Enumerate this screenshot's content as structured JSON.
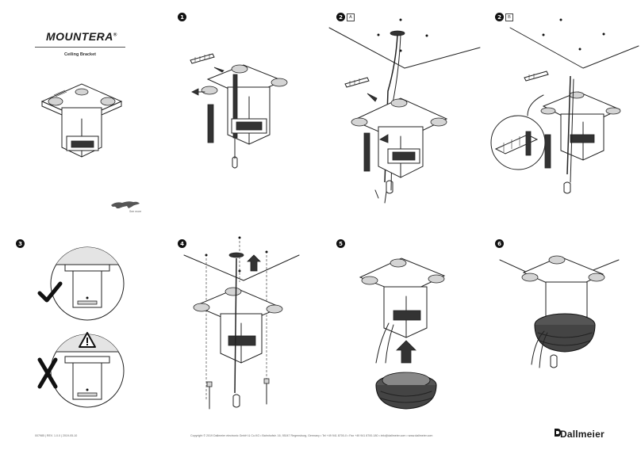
{
  "header": {
    "brand": "MOUNTERA",
    "brand_mark": "®",
    "subtitle": "Ceiling Bracket"
  },
  "steps": [
    {
      "number": "1"
    },
    {
      "number": "2",
      "sub": "A"
    },
    {
      "number": "2",
      "sub": "B"
    },
    {
      "number": "3"
    },
    {
      "number": "4"
    },
    {
      "number": "5"
    },
    {
      "number": "6"
    }
  ],
  "mascot_caption": "See more",
  "footer": {
    "doc_ref": "007985 | REV. 1.0.0 | 2019-05-10",
    "copyright": "Copyright © 2019 Dallmeier electronic GmbH & Co.KG • Bahnhofstr. 16, 93047 Regensburg, Germany • Tel +49 941 8700-0 • Fax +49 941 8700-180 • info@dallmeier.com • www.dallmeier.com"
  },
  "logo": {
    "text": "Dallmeier"
  },
  "icons": {
    "check": "checkmark-icon",
    "cross": "cross-icon",
    "warning": "warning-icon"
  }
}
